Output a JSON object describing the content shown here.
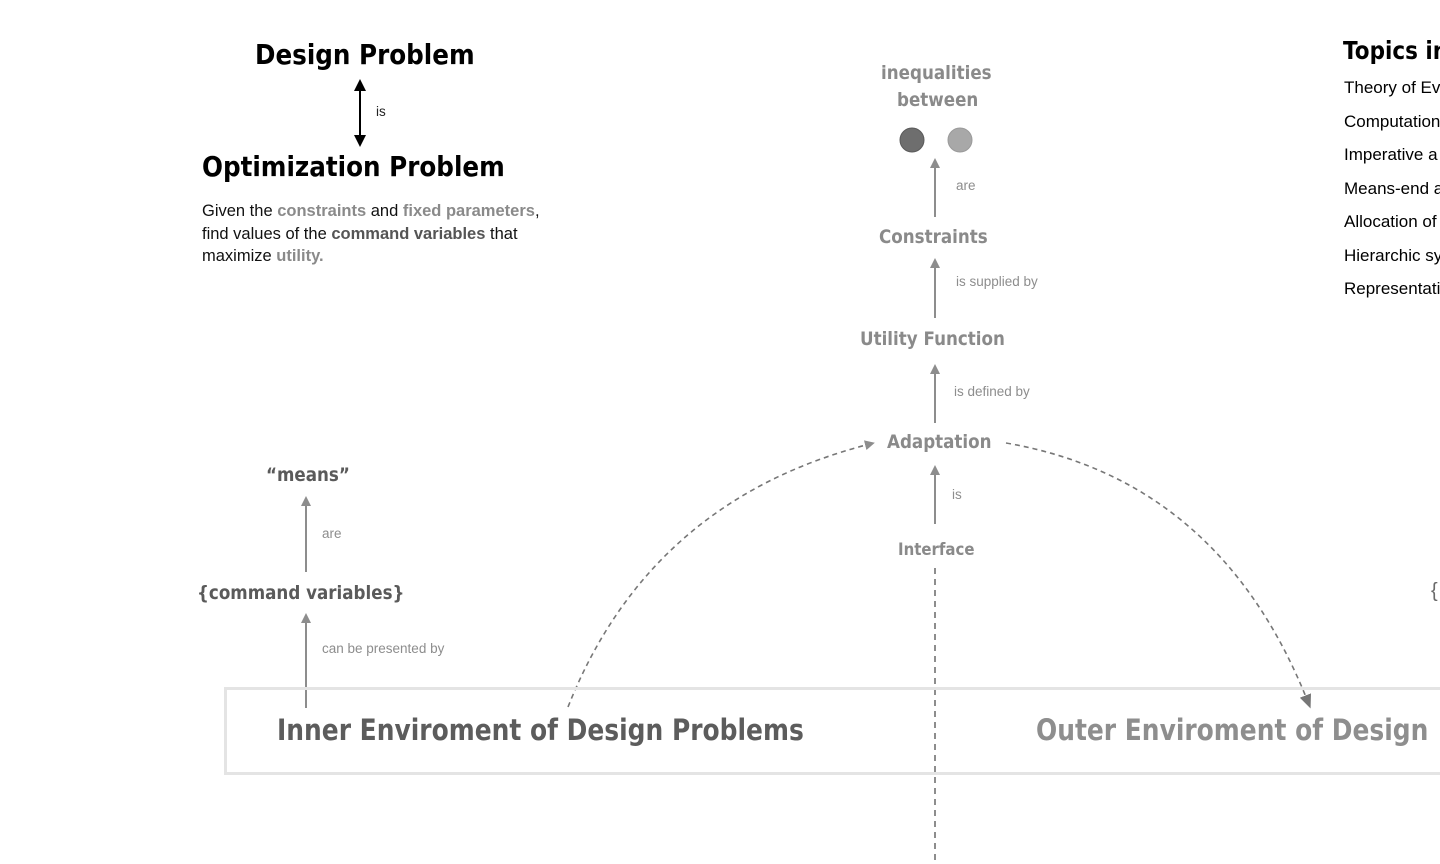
{
  "design_problem": {
    "title": "Design Problem",
    "relation": "is",
    "optimization_title": "Optimization Problem",
    "description": {
      "p1": "Given the ",
      "constraints": "constraints",
      "p2": " and ",
      "fixed_parameters": "fixed parameters",
      "p3": ",",
      "p4": "find values of the ",
      "command_variables": "command variables",
      "p5": " that",
      "p6": "maximize ",
      "utility": "utility."
    }
  },
  "chain": {
    "inequalities_line1": "inequalities",
    "inequalities_line2": "between",
    "are": "are",
    "constraints": "Constraints",
    "supplied_by": "is supplied by",
    "utility_function": "Utility Function",
    "defined_by": "is defined by",
    "adaptation": "Adaptation",
    "is": "is",
    "interface": "Interface"
  },
  "means_chain": {
    "means": "“means”",
    "are": "are",
    "command_variables": "{command variables}",
    "presented_by": "can be presented by"
  },
  "environment": {
    "inner": "Inner Enviroment of Design Problems",
    "outer": "Outer Enviroment of Design",
    "right_brace": "{"
  },
  "topics": {
    "title": "Topics in",
    "items": [
      "Theory of Ev",
      "Computation",
      "Imperative a",
      "Means-end a",
      "Allocation of",
      "Hierarchic sy",
      "Representati"
    ]
  },
  "colors": {
    "node_gray": "#8a8a8a",
    "node_dark": "#5a5a5a",
    "arrow_gray": "#8d8d8d",
    "dot_dark": "#6e6e6e",
    "dot_light": "#a8a8a8",
    "box_border": "#e4e4e4"
  }
}
